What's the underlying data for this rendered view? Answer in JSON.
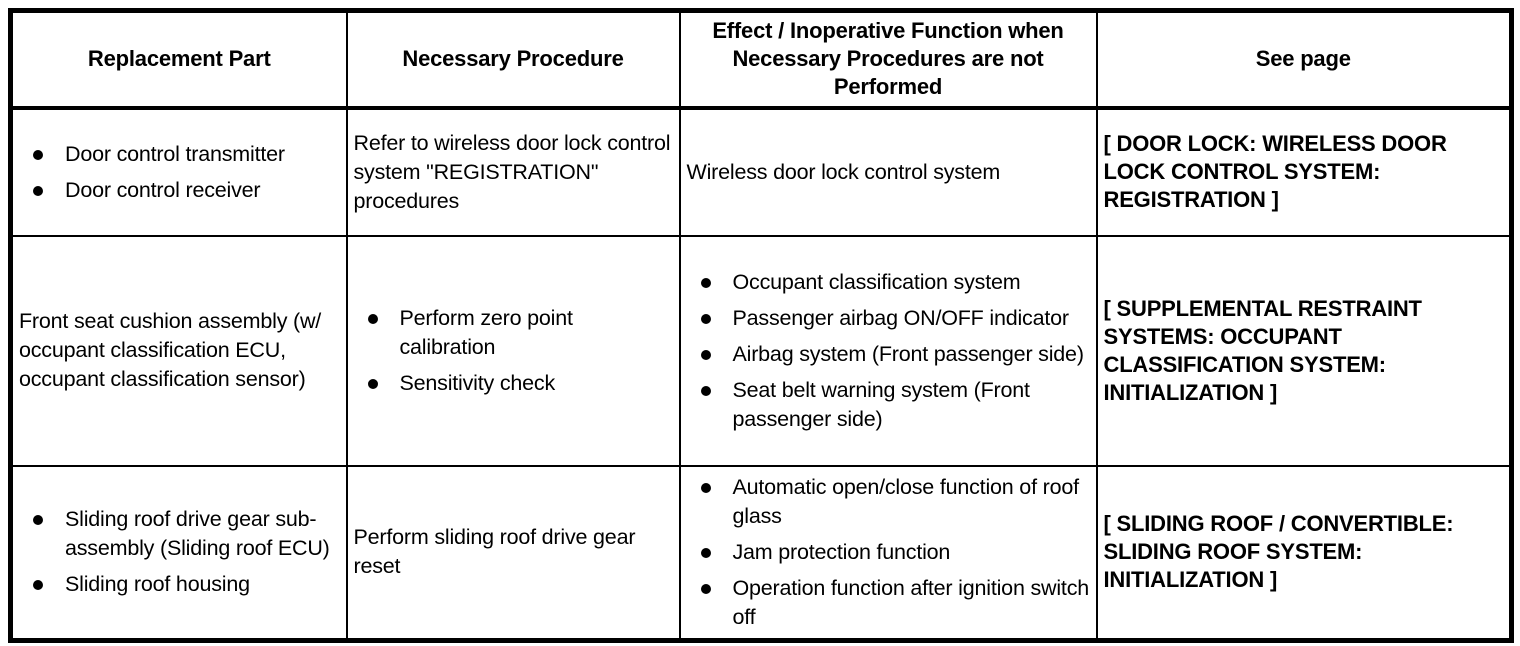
{
  "colors": {
    "border": "#000000",
    "background": "#ffffff",
    "text": "#000000"
  },
  "table": {
    "headers": [
      "Replacement Part",
      "Necessary Procedure",
      "Effect / Inoperative Function when Necessary Procedures are not Performed",
      "See page"
    ],
    "rows": [
      {
        "replacement_part": {
          "bullets": [
            "Door control transmitter",
            "Door control receiver"
          ]
        },
        "necessary_procedure": {
          "text": "Refer to wireless door lock control system \"REGISTRATION\" procedures"
        },
        "effect": {
          "text": "Wireless door lock control system"
        },
        "see_page": {
          "text": "[ DOOR LOCK: WIRELESS DOOR LOCK CONTROL SYSTEM: REGISTRATION ]"
        }
      },
      {
        "replacement_part": {
          "text": "Front seat cushion assembly (w/ occupant classification ECU, occupant classification sensor)"
        },
        "necessary_procedure": {
          "bullets": [
            "Perform zero point calibration",
            "Sensitivity check"
          ]
        },
        "effect": {
          "bullets": [
            "Occupant classification system",
            "Passenger airbag ON/OFF indicator",
            "Airbag system (Front passenger side)",
            "Seat belt warning system (Front passenger side)"
          ]
        },
        "see_page": {
          "text": "[ SUPPLEMENTAL RESTRAINT SYSTEMS: OCCUPANT CLASSIFICATION SYSTEM: INITIALIZATION ]"
        }
      },
      {
        "replacement_part": {
          "bullets": [
            "Sliding roof drive gear sub-assembly (Sliding roof ECU)",
            "Sliding roof housing"
          ]
        },
        "necessary_procedure": {
          "text": "Perform sliding roof drive gear reset"
        },
        "effect": {
          "bullets": [
            "Automatic open/close function of roof glass",
            "Jam protection function",
            "Operation function after ignition switch off"
          ]
        },
        "see_page": {
          "text": "[ SLIDING ROOF / CONVERTIBLE: SLIDING ROOF SYSTEM: INITIALIZATION ]"
        }
      }
    ]
  }
}
